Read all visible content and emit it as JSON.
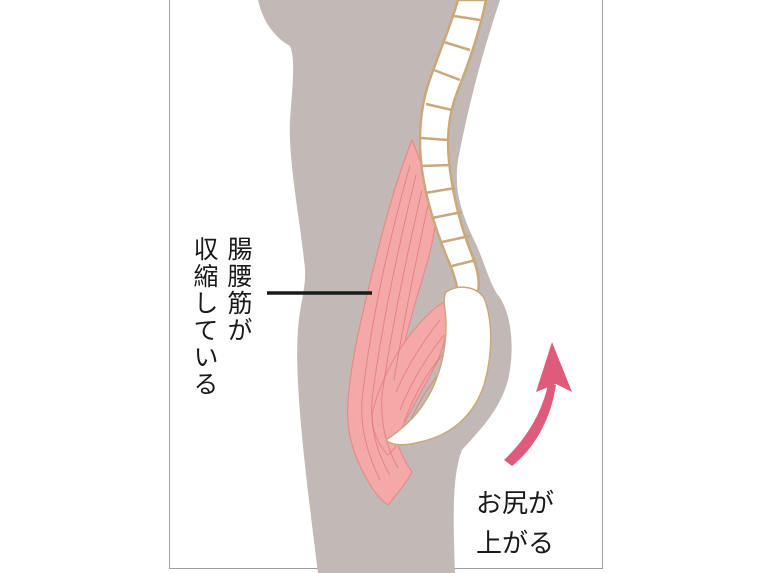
{
  "figure": {
    "type": "anatomical-illustration",
    "subject": "side view of lower torso showing iliopsoas muscle, lumbar spine and pelvis",
    "colors": {
      "body": "#c2b9b6",
      "muscle": "#f4a9a8",
      "muscle_outline": "#e78a8a",
      "bone": "#ffffff",
      "bone_outline": "#c9a87c",
      "arrow": "#e05a7c",
      "leader_line": "#1a1a1a",
      "frame": "#9aa0a6",
      "text": "#1a1a1a"
    }
  },
  "labels": {
    "muscle_label": {
      "columns": [
        "腸腰筋が",
        "収縮している"
      ],
      "full_text": "腸腰筋が収縮している"
    },
    "buttocks_label": {
      "lines": [
        "お尻が",
        "上がる"
      ],
      "full_text": "お尻が上がる"
    }
  },
  "icons": {
    "arrow": "curved-up-arrow"
  }
}
